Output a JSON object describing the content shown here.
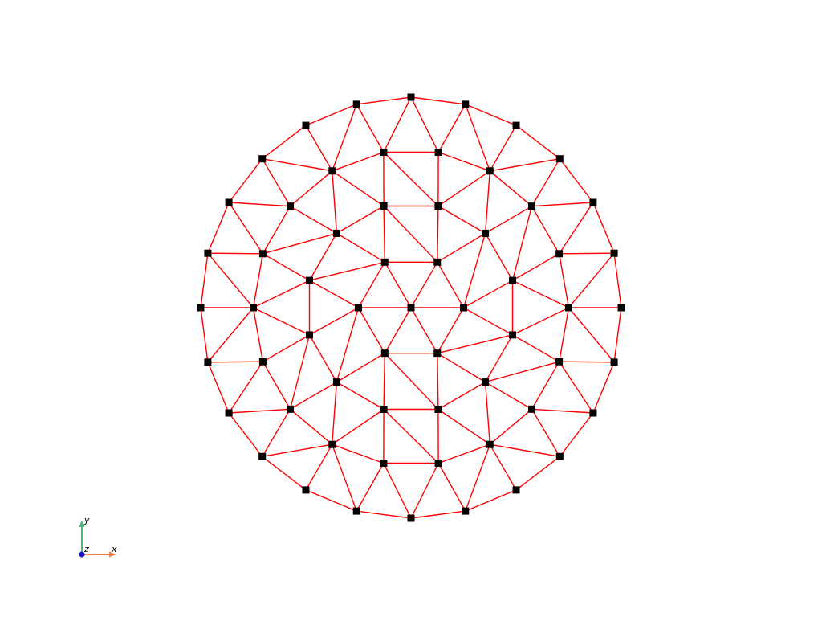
{
  "scene": {
    "background": "#ffffff",
    "edge_color": "#ff0000",
    "node_color": "#000000",
    "rings": [
      {
        "count": 1,
        "r": 0,
        "phase_deg": 0
      },
      {
        "count": 6,
        "r": 1,
        "phase_deg": 0
      },
      {
        "count": 12,
        "r": 2,
        "phase_deg": 15
      },
      {
        "count": 18,
        "r": 3,
        "phase_deg": 0
      },
      {
        "count": 24,
        "r": 4,
        "phase_deg": 0
      }
    ]
  },
  "axes_widget": {
    "y_label": "y",
    "z_label": "z",
    "x_label": "x",
    "x_color": "#f4834a",
    "y_color": "#4ab87a",
    "z_color": "#1414c8"
  }
}
